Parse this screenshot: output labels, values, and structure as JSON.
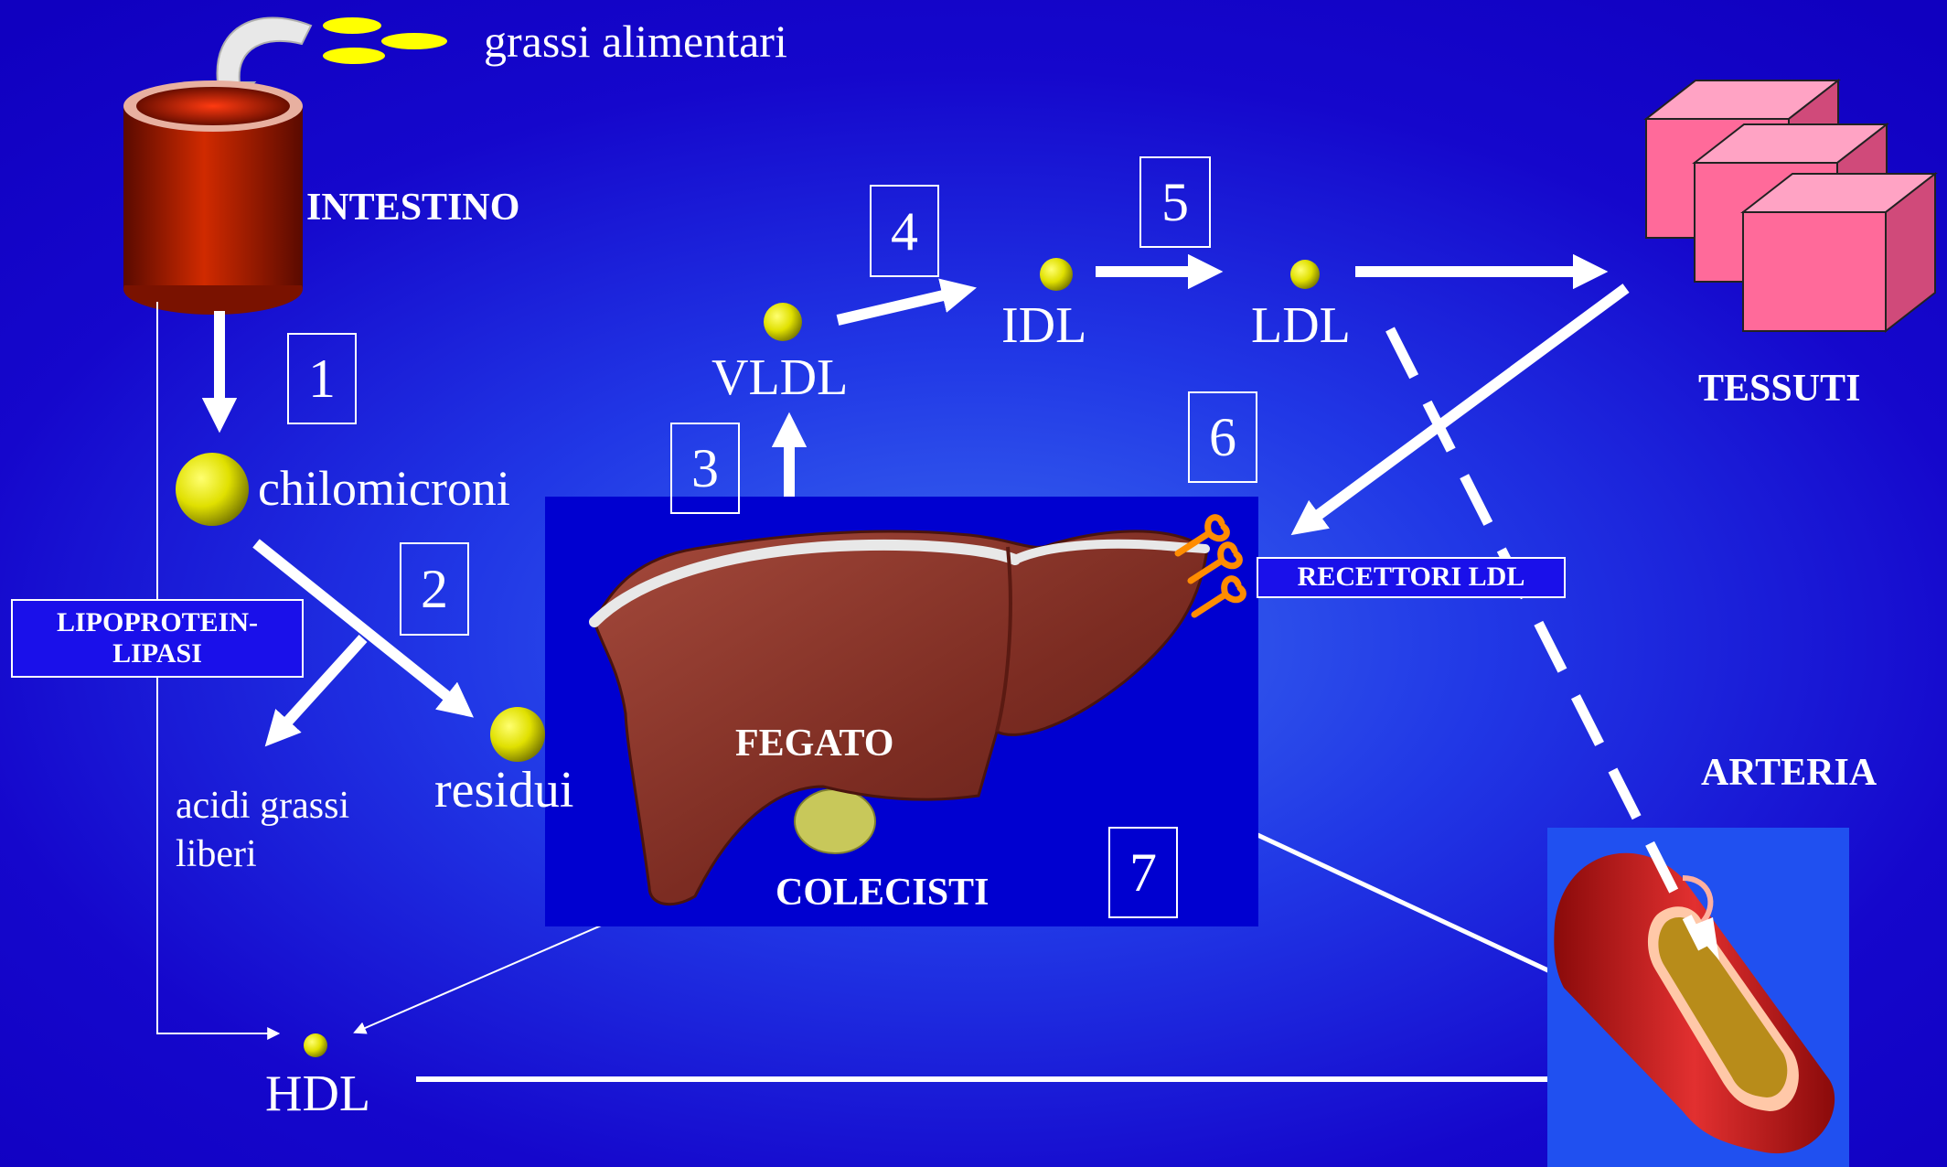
{
  "labels": {
    "grassi_alimentari": "grassi alimentari",
    "intestino": "INTESTINO",
    "chilomicroni": "chilomicroni",
    "lipoproteinlipasi_line1": "LIPOPROTEIN-",
    "lipoproteinlipasi_line2": "LIPASI",
    "acidi_grassi_line1": "acidi grassi",
    "acidi_grassi_line2": "liberi",
    "residui": "residui",
    "vldl": "VLDL",
    "idl": "IDL",
    "ldl": "LDL",
    "hdl": "HDL",
    "tessuti": "TESSUTI",
    "recettori_ldl": "RECETTORI LDL",
    "fegato": "FEGATO",
    "colecisti": "COLECISTI",
    "arteria": "ARTERIA"
  },
  "steps": [
    "1",
    "2",
    "3",
    "4",
    "5",
    "6",
    "7"
  ],
  "colors": {
    "background": "#1507cc",
    "arrow": "#ffffff",
    "particle": "#e5e500",
    "liver": "#7a2a22",
    "tissue": "#ff6a9a",
    "receptor": "#ff8c00",
    "intestine": "#b01a00",
    "panel": "#0000d0"
  }
}
